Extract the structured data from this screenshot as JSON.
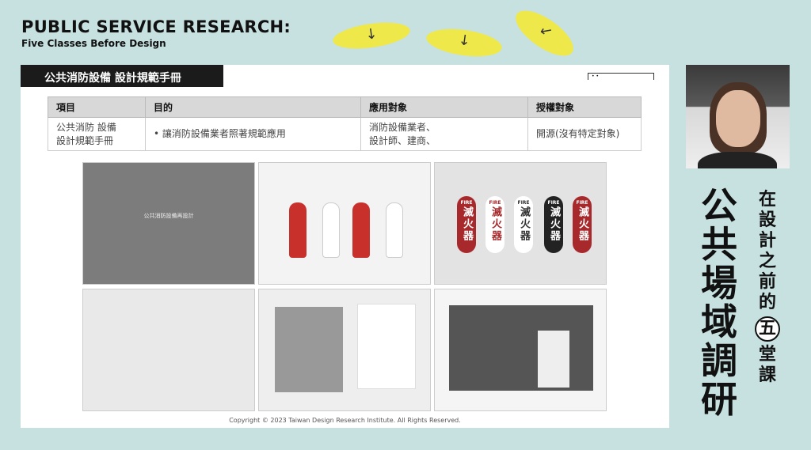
{
  "header": {
    "title": "PUBLIC SERVICE RESEARCH:",
    "subtitle": "Five Classes Before Design"
  },
  "slide": {
    "title": "公共消防設備 設計規範手冊",
    "page_marker": "• •",
    "table": {
      "headers": [
        "項目",
        "目的",
        "應用對象",
        "授權對象"
      ],
      "rows": [
        [
          "公共消防 設備\n設計規範手冊",
          "• 讓消防設備業者照著規範應用",
          "消防設備業者、\n設計師、建商、",
          "開源(沒有特定對象)"
        ]
      ]
    },
    "thumbnails": {
      "cover_title": "公共消防設備再設計",
      "fire_label": "FIRE",
      "pill_text": "滅火器"
    },
    "copyright": "Copyright © 2023 Taiwan Design Research Institute. All Rights Reserved."
  },
  "side": {
    "main_title": "公共場域調研",
    "sub_before": "在設計之前的",
    "sub_circle": "五",
    "sub_after": "堂課"
  },
  "colors": {
    "background": "#c6e1e0",
    "accent_yellow": "#efe84a",
    "red": "#b32a2a"
  }
}
